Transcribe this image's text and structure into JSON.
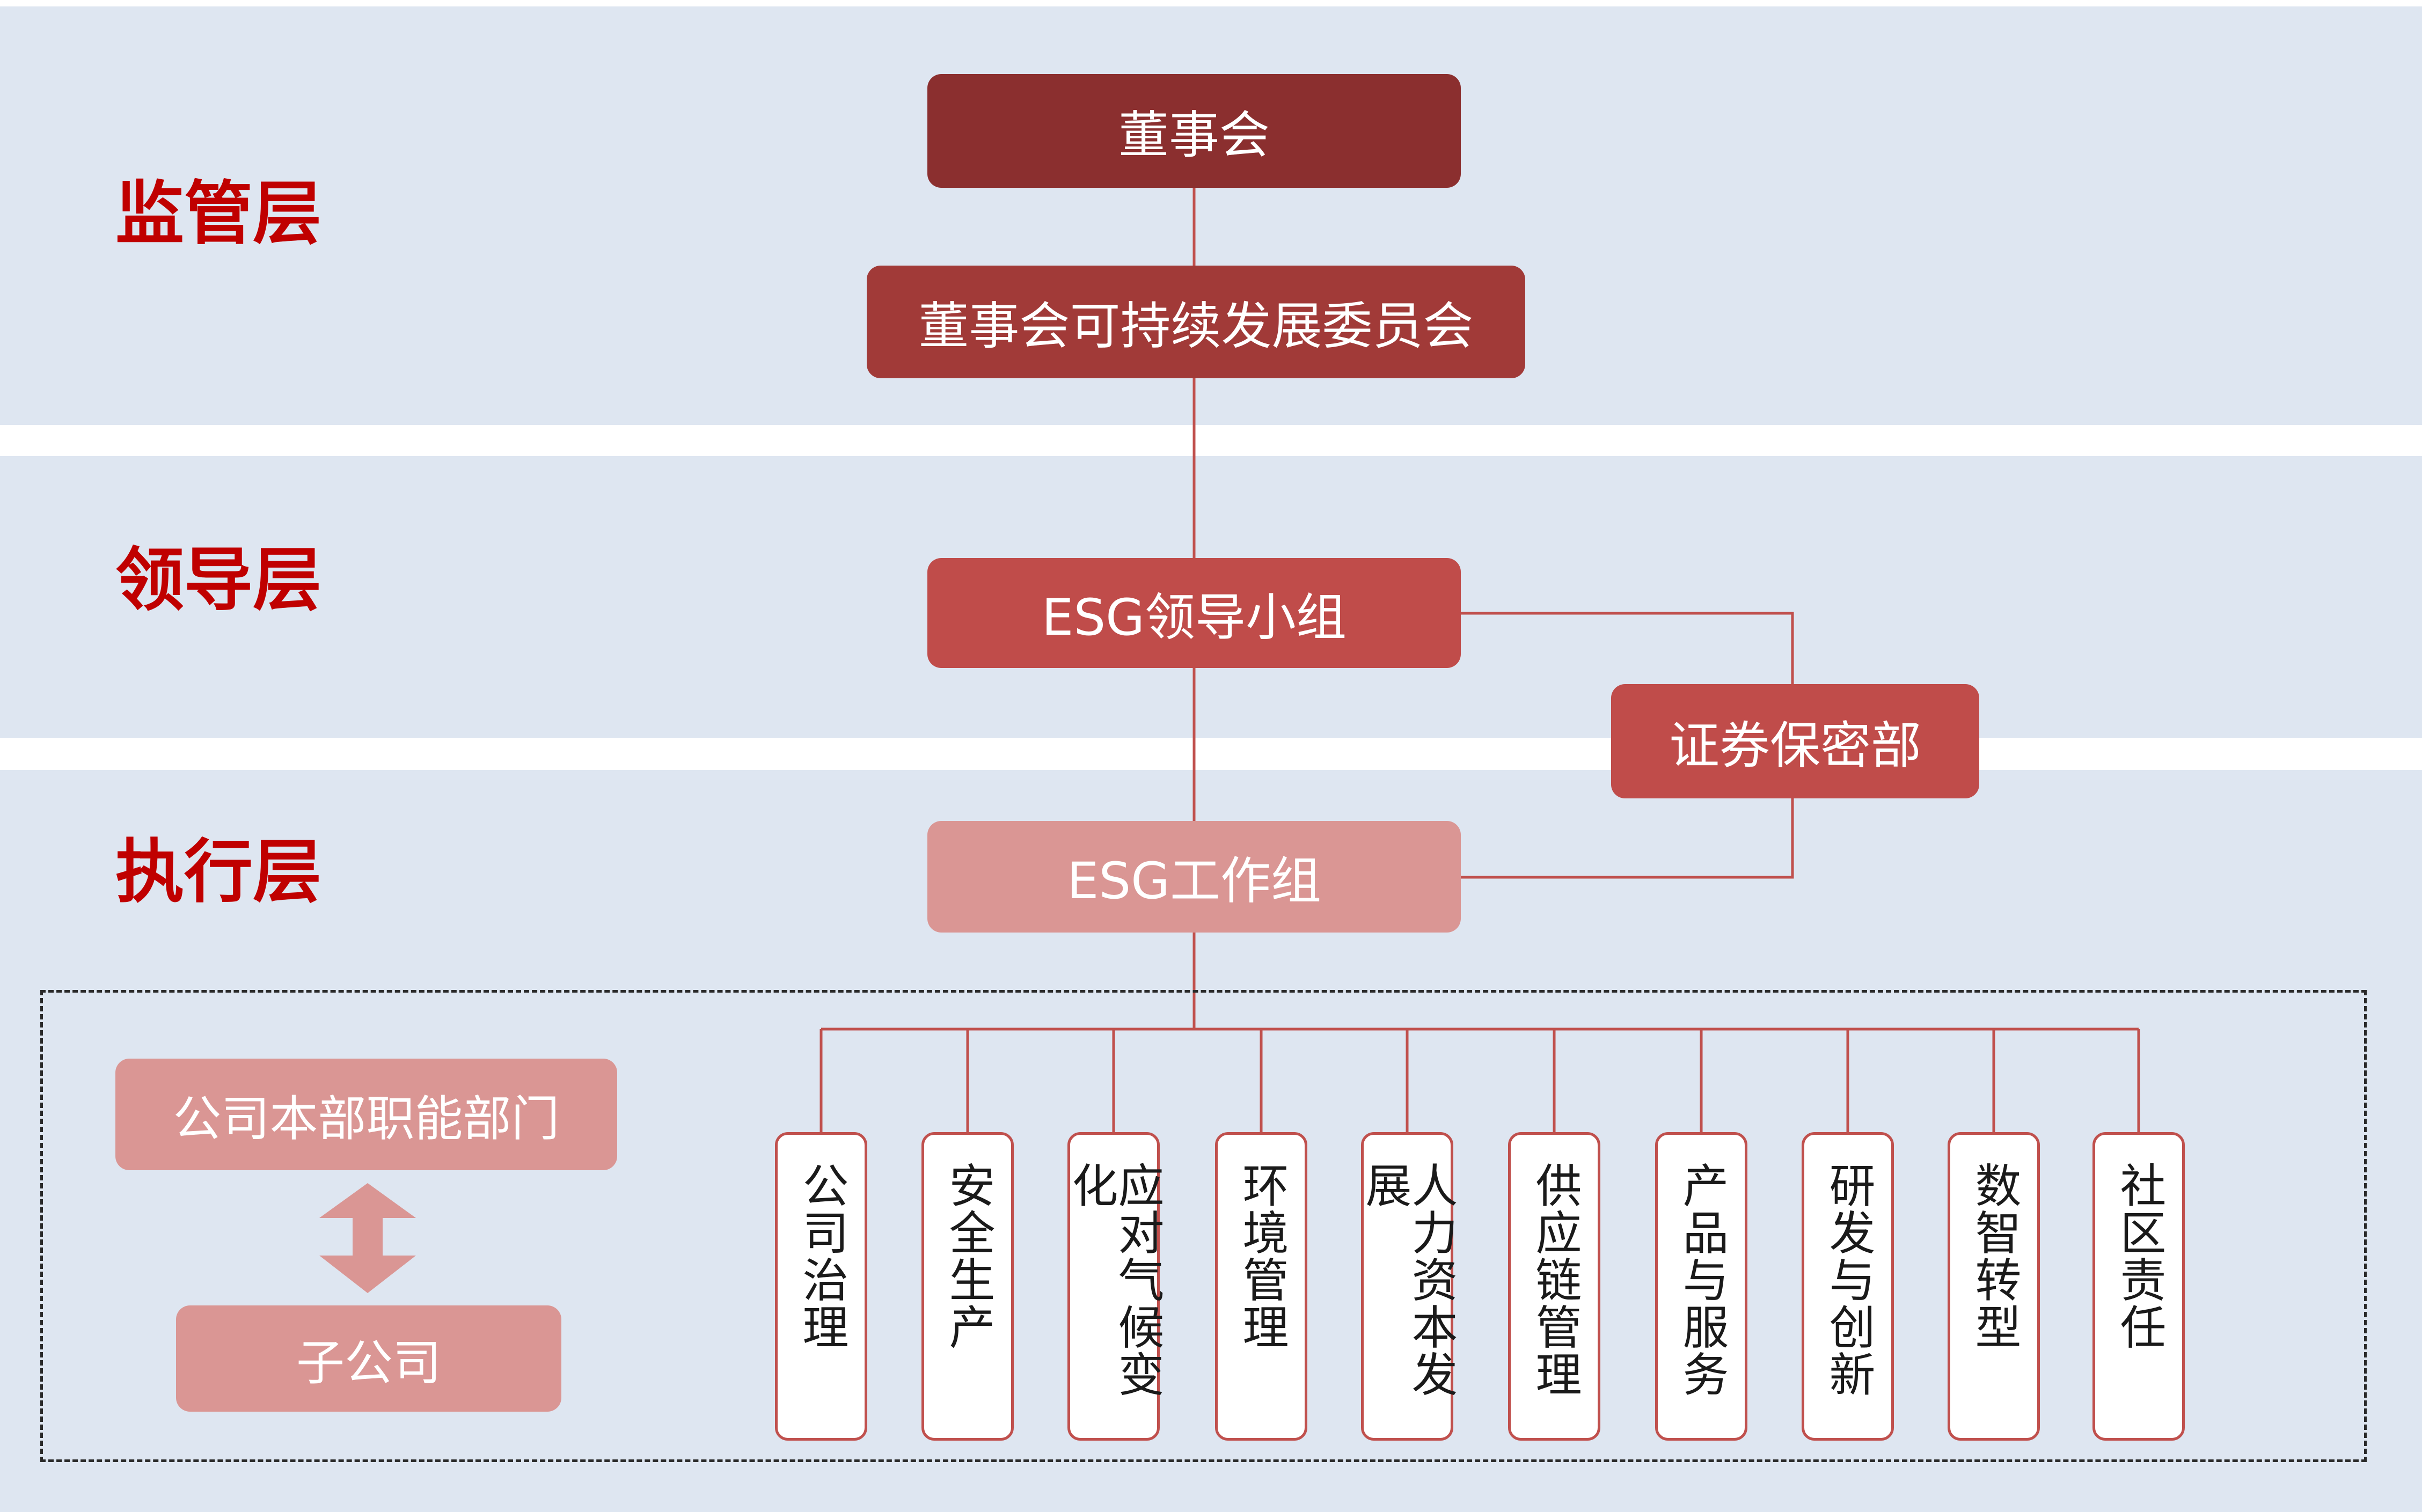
{
  "layers": {
    "supervision": "监管层",
    "leadership": "领导层",
    "execution": "执行层"
  },
  "nodes": {
    "board": "董事会",
    "committee": "董事会可持续发展委员会",
    "leading_group": "ESG领导小组",
    "securities_dept": "证券保密部",
    "working_group": "ESG工作组",
    "hq_functions": "公司本部职能部门",
    "subsidiaries": "子公司"
  },
  "departments": [
    "公司治理",
    "安全生产",
    "应对气候变化",
    "环境管理",
    "人力资本发展",
    "供应链管理",
    "产品与服务",
    "研发与创新",
    "数智转型",
    "社区责任"
  ],
  "colors": {
    "band": "#dee6f1",
    "label_red": "#c00000",
    "board": "#8b2f2f",
    "committee": "#a13a38",
    "leading_group": "#c04c4a",
    "working_group": "#da9694",
    "connector": "#c0504d"
  }
}
